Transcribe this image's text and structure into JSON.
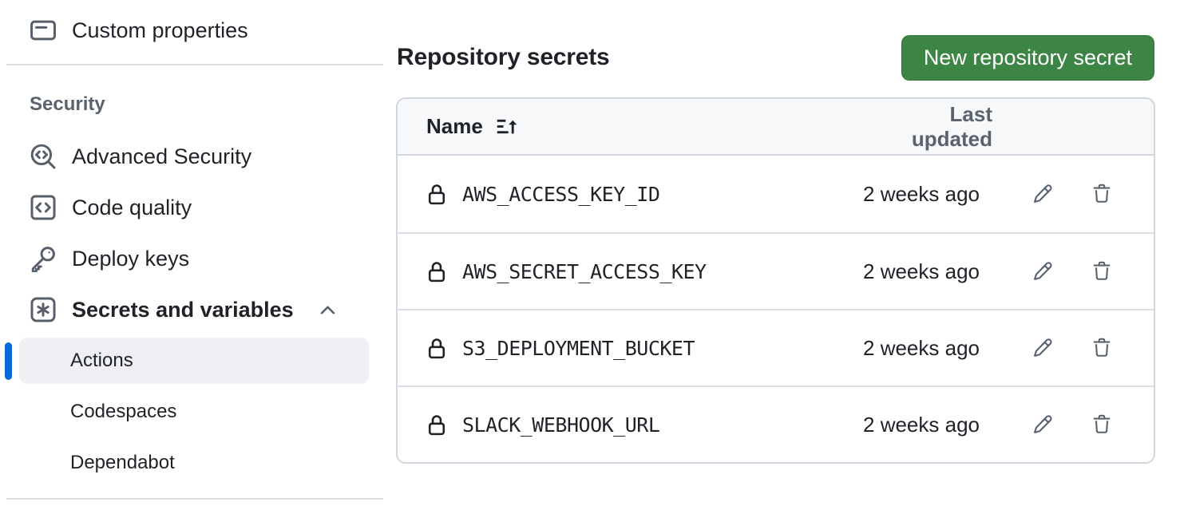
{
  "sidebar": {
    "custom_properties": {
      "label": "Custom properties",
      "icon": "note-icon"
    },
    "security_section": {
      "label": "Security"
    },
    "items": [
      {
        "label": "Advanced Security",
        "icon": "codescan-icon"
      },
      {
        "label": "Code quality",
        "icon": "code-square-icon"
      },
      {
        "label": "Deploy keys",
        "icon": "key-icon"
      },
      {
        "label": "Secrets and variables",
        "icon": "key-asterisk-icon",
        "expanded": true
      }
    ],
    "sub_items": [
      {
        "label": "Actions",
        "selected": true
      },
      {
        "label": "Codespaces",
        "selected": false
      },
      {
        "label": "Dependabot",
        "selected": false
      }
    ]
  },
  "main": {
    "title": "Repository secrets",
    "new_button_label": "New repository secret",
    "table": {
      "columns": {
        "name": "Name",
        "updated": "Last updated"
      },
      "sort_icon": "sort-ascending-icon",
      "row_icons": [
        "lock-icon",
        "pencil-icon",
        "trash-icon"
      ],
      "rows": [
        {
          "name": "AWS_ACCESS_KEY_ID",
          "updated": "2 weeks ago"
        },
        {
          "name": "AWS_SECRET_ACCESS_KEY",
          "updated": "2 weeks ago"
        },
        {
          "name": "S3_DEPLOYMENT_BUCKET",
          "updated": "2 weeks ago"
        },
        {
          "name": "SLACK_WEBHOOK_URL",
          "updated": "2 weeks ago"
        }
      ]
    }
  },
  "colors": {
    "button_green": "#3d8544",
    "accent_blue": "#0969da",
    "border": "#d0d7de",
    "table_header_bg": "#f6f8fa",
    "selected_item_bg": "#eef0f3",
    "text_default": "#1f2328",
    "text_muted": "#59636e"
  }
}
